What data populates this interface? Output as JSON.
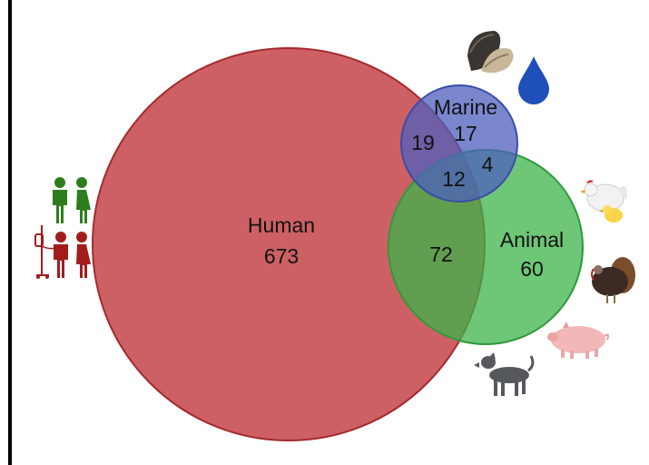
{
  "venn": {
    "sets": [
      {
        "id": "human",
        "name": "Human",
        "only": "673",
        "color": "#c0383d"
      },
      {
        "id": "marine",
        "name": "Marine",
        "only": "17",
        "color": "#4d5fbd"
      },
      {
        "id": "animal",
        "name": "Animal",
        "only": "60",
        "color": "#3eb34a"
      }
    ],
    "intersections": {
      "human_marine": "19",
      "marine_animal": "4",
      "human_marine_animal": "12",
      "human_animal": "72"
    }
  },
  "icons": {
    "healthy_people": {
      "name": "healthy-people-icon",
      "color": "#2e7d1c"
    },
    "patients": {
      "name": "patient-iv-drip-icon",
      "color": "#a31c1c"
    },
    "mussels": {
      "name": "mussel-shells-icon"
    },
    "water_drop": {
      "name": "water-drop-icon",
      "color": "#1f4fb8"
    },
    "chickens": {
      "name": "chicken-chick-icon"
    },
    "turkey": {
      "name": "turkey-icon"
    },
    "pig": {
      "name": "pig-icon"
    },
    "dog": {
      "name": "dog-icon"
    }
  }
}
